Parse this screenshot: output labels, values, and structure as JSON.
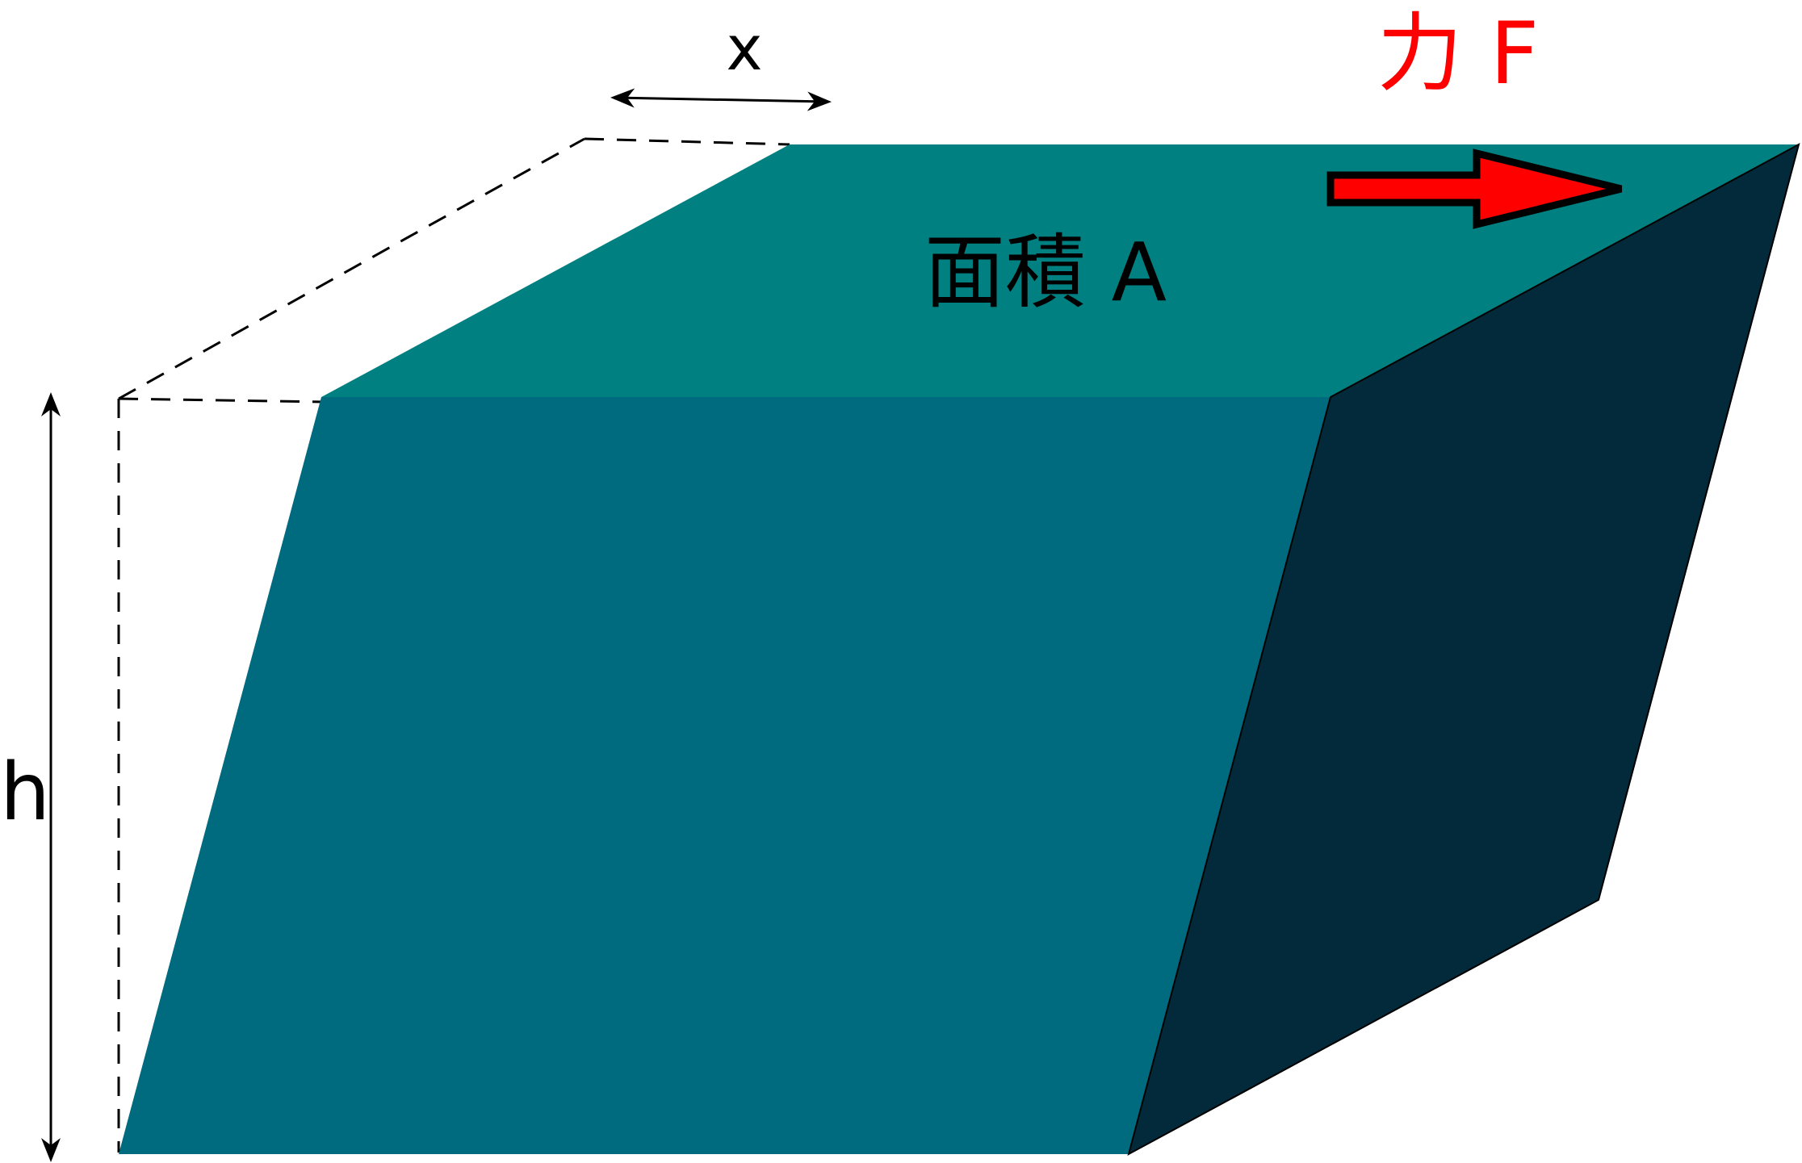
{
  "labels": {
    "shift": "x",
    "height": "h",
    "area": "面積 A",
    "force": "力 F"
  },
  "colors": {
    "top_face": "#008080",
    "front_face": "#006a7e",
    "side_face": "#022a3b",
    "force_arrow": "#ff0000",
    "force_label": "#ff0000",
    "outline": "#000000",
    "label_text": "#000000"
  },
  "shapes": {
    "top_face": "top-face",
    "front_face": "front-face",
    "side_face": "side-face",
    "original_outline": "dashed",
    "force_arrow": "right-arrow",
    "dimension_arrows": "double-headed"
  }
}
